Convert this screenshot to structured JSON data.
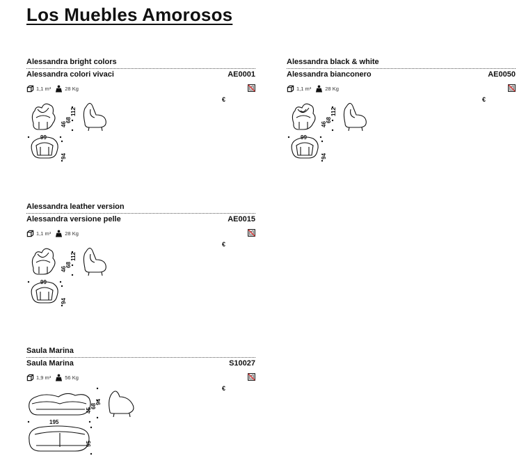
{
  "page": {
    "title": "Los Muebles Amorosos"
  },
  "products": [
    {
      "name_en": "Alessandra bright colors",
      "name_it": "Alessandra colori vivaci",
      "code": "AE0001",
      "volume": "1,1 m³",
      "weight": "28 Kg",
      "price_symbol": "€",
      "dims": {
        "width": "99",
        "seat": "46",
        "arm": "68",
        "height": "112",
        "depth": "94"
      }
    },
    {
      "name_en": "Alessandra black & white",
      "name_it": "Alessandra bianconero",
      "code": "AE0050",
      "volume": "1,1 m³",
      "weight": "28 Kg",
      "price_symbol": "€",
      "dims": {
        "width": "99",
        "seat": "46",
        "arm": "68",
        "height": "112",
        "depth": "94"
      }
    },
    {
      "name_en": "Alessandra leather version",
      "name_it": "Alessandra versione pelle",
      "code": "AE0015",
      "volume": "1,1 m³",
      "weight": "28 Kg",
      "price_symbol": "€",
      "dims": {
        "width": "99",
        "seat": "46",
        "arm": "68",
        "height": "112",
        "depth": "94"
      }
    },
    {
      "name_en": "Saula Marina",
      "name_it": "Saula Marina",
      "code": "S10027",
      "volume": "1,9 m³",
      "weight": "56 Kg",
      "price_symbol": "€",
      "dims": {
        "width": "195",
        "seat": "45",
        "arm": "68",
        "height": "94",
        "depth": "95"
      }
    }
  ],
  "icons": {
    "volume": "box-icon",
    "weight": "weight-icon",
    "no_image": "no-image-icon"
  }
}
